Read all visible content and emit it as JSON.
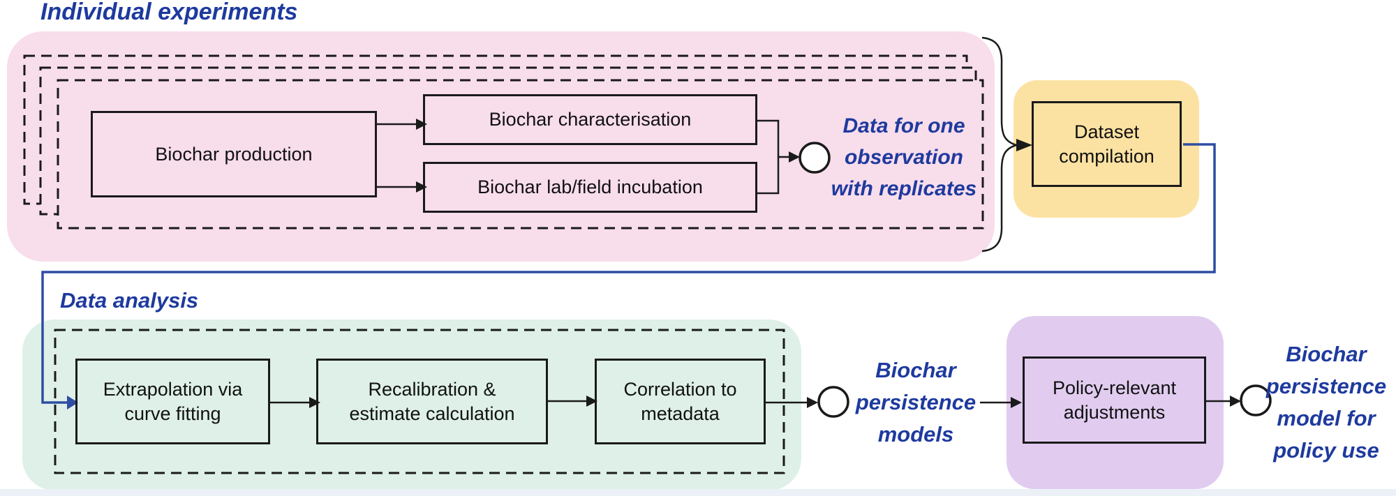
{
  "colors": {
    "pink": "#f8ddeb",
    "yellow": "#fce2a2",
    "green": "#def0e7",
    "purple": "#e1ccf0",
    "blue_text": "#1e3a9e",
    "blue_line": "#2e4da3",
    "outline": "#1a1a1a"
  },
  "sections": {
    "individual_experiments": {
      "label": "Individual experiments",
      "nodes": {
        "production": "Biochar production",
        "characterisation": "Biochar characterisation",
        "incubation": "Biochar lab/field incubation"
      },
      "output_label": "Data for one\nobservation\nwith replicates"
    },
    "dataset_compilation": {
      "label": "Dataset\ncompilation"
    },
    "data_analysis": {
      "label": "Data analysis",
      "nodes": {
        "extrapolation": "Extrapolation via\ncurve fitting",
        "recalibration": "Recalibration &\nestimate calculation",
        "correlation": "Correlation to\nmetadata"
      },
      "output_label": "Biochar\npersistence\nmodels"
    },
    "policy": {
      "adjustments": "Policy-relevant\nadjustments",
      "output_label": "Biochar\npersistence\nmodel for\npolicy use"
    }
  }
}
